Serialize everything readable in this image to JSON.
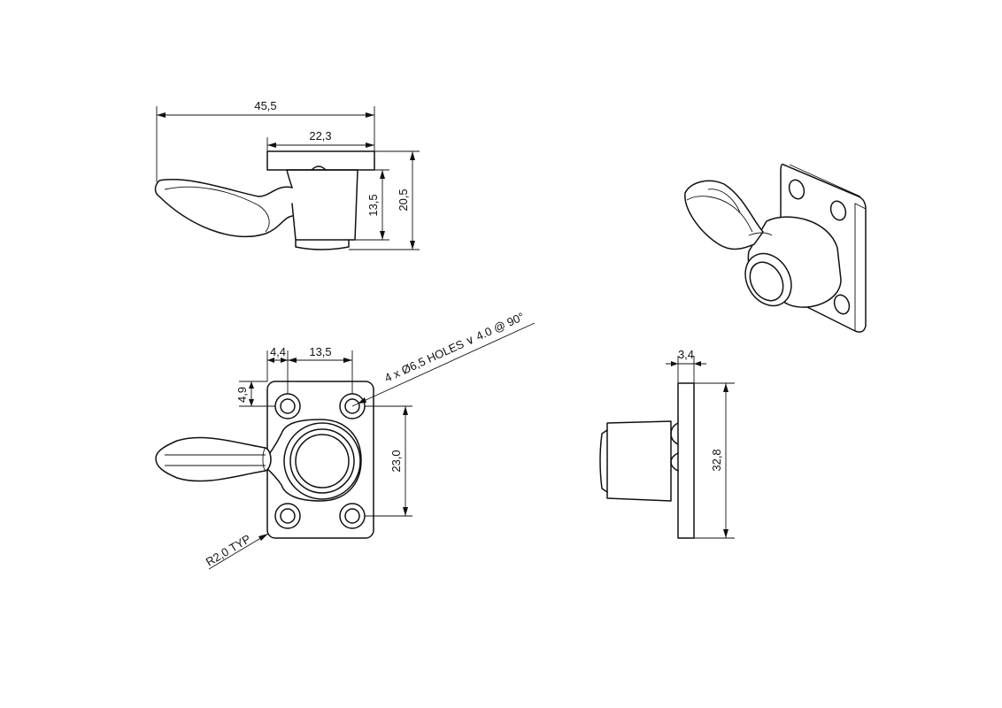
{
  "dimensions": {
    "overall_length": "45,5",
    "base_length": "22,3",
    "pin_height": "13,5",
    "overall_height": "20,5",
    "hole_edge_x": "4,4",
    "hole_spacing_x": "13,5",
    "hole_edge_y": "4,9",
    "hole_spacing_y": "23,0",
    "plate_thickness": "3,4",
    "plate_height": "32,8"
  },
  "callouts": {
    "holes": "4 x Ø6,5 HOLES ∨ 4.0 @ 90°",
    "radius": "R2,0 TYP"
  }
}
